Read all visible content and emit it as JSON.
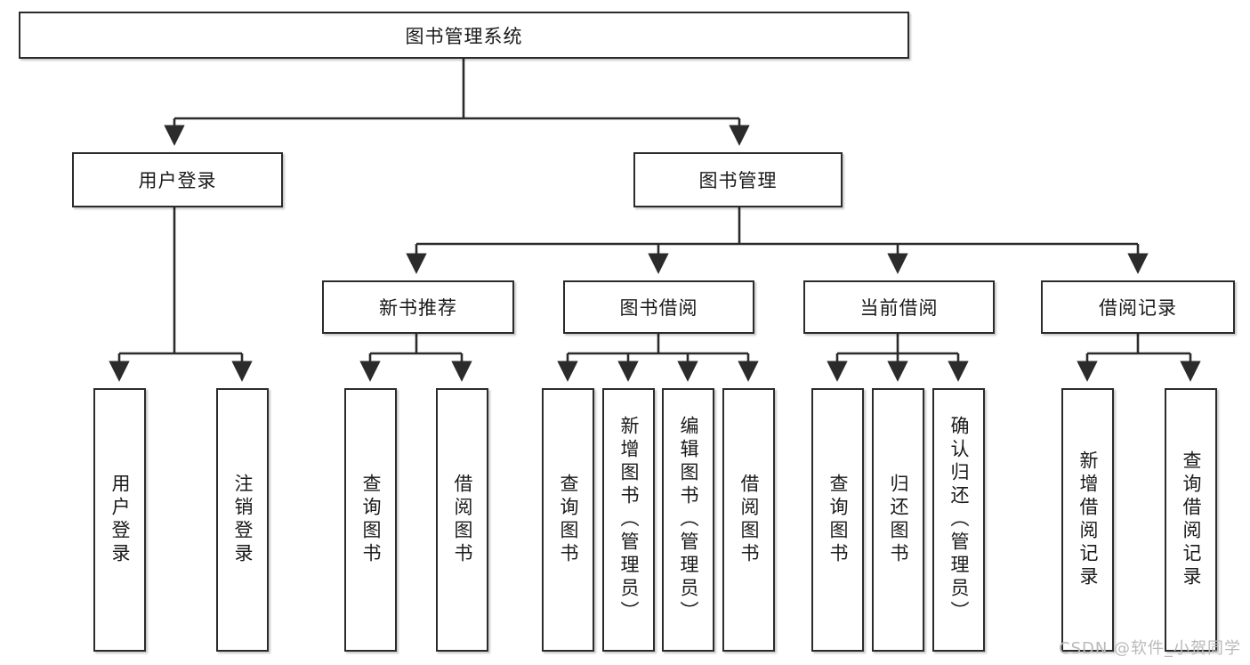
{
  "diagram": {
    "type": "tree",
    "title": "图书管理系统",
    "watermark": "CSDN @软件_小贺同学",
    "colors": {
      "box_border": "#2b2b2b",
      "box_fill": "#ffffff",
      "edge": "#2b2b2b",
      "text": "#1a1a1a",
      "watermark": "#b9b9b9",
      "background": "#ffffff"
    },
    "nodes": {
      "root": {
        "label": "图书管理系统"
      },
      "level2": [
        {
          "id": "user-login",
          "label": "用户登录"
        },
        {
          "id": "book-manage",
          "label": "图书管理"
        }
      ],
      "level3": [
        {
          "id": "new-book-recommend",
          "label": "新书推荐"
        },
        {
          "id": "book-borrow",
          "label": "图书借阅"
        },
        {
          "id": "current-borrow",
          "label": "当前借阅"
        },
        {
          "id": "borrow-record",
          "label": "借阅记录"
        }
      ],
      "leaves": {
        "user-login": [
          {
            "id": "leaf-user-login",
            "label": "用户登录"
          },
          {
            "id": "leaf-user-logout",
            "label": "注销登录"
          }
        ],
        "new-book-recommend": [
          {
            "id": "leaf-query-book-1",
            "label": "查询图书"
          },
          {
            "id": "leaf-borrow-book-1",
            "label": "借阅图书"
          }
        ],
        "book-borrow": [
          {
            "id": "leaf-query-book-2",
            "label": "查询图书"
          },
          {
            "id": "leaf-add-book",
            "label": "新增图书（管理员）"
          },
          {
            "id": "leaf-edit-book",
            "label": "编辑图书（管理员）"
          },
          {
            "id": "leaf-borrow-book-2",
            "label": "借阅图书"
          }
        ],
        "current-borrow": [
          {
            "id": "leaf-query-book-3",
            "label": "查询图书"
          },
          {
            "id": "leaf-return-book",
            "label": "归还图书"
          },
          {
            "id": "leaf-confirm-return",
            "label": "确认归还（管理员）"
          }
        ],
        "borrow-record": [
          {
            "id": "leaf-add-record",
            "label": "新增借阅记录"
          },
          {
            "id": "leaf-query-record",
            "label": "查询借阅记录"
          }
        ]
      }
    }
  }
}
